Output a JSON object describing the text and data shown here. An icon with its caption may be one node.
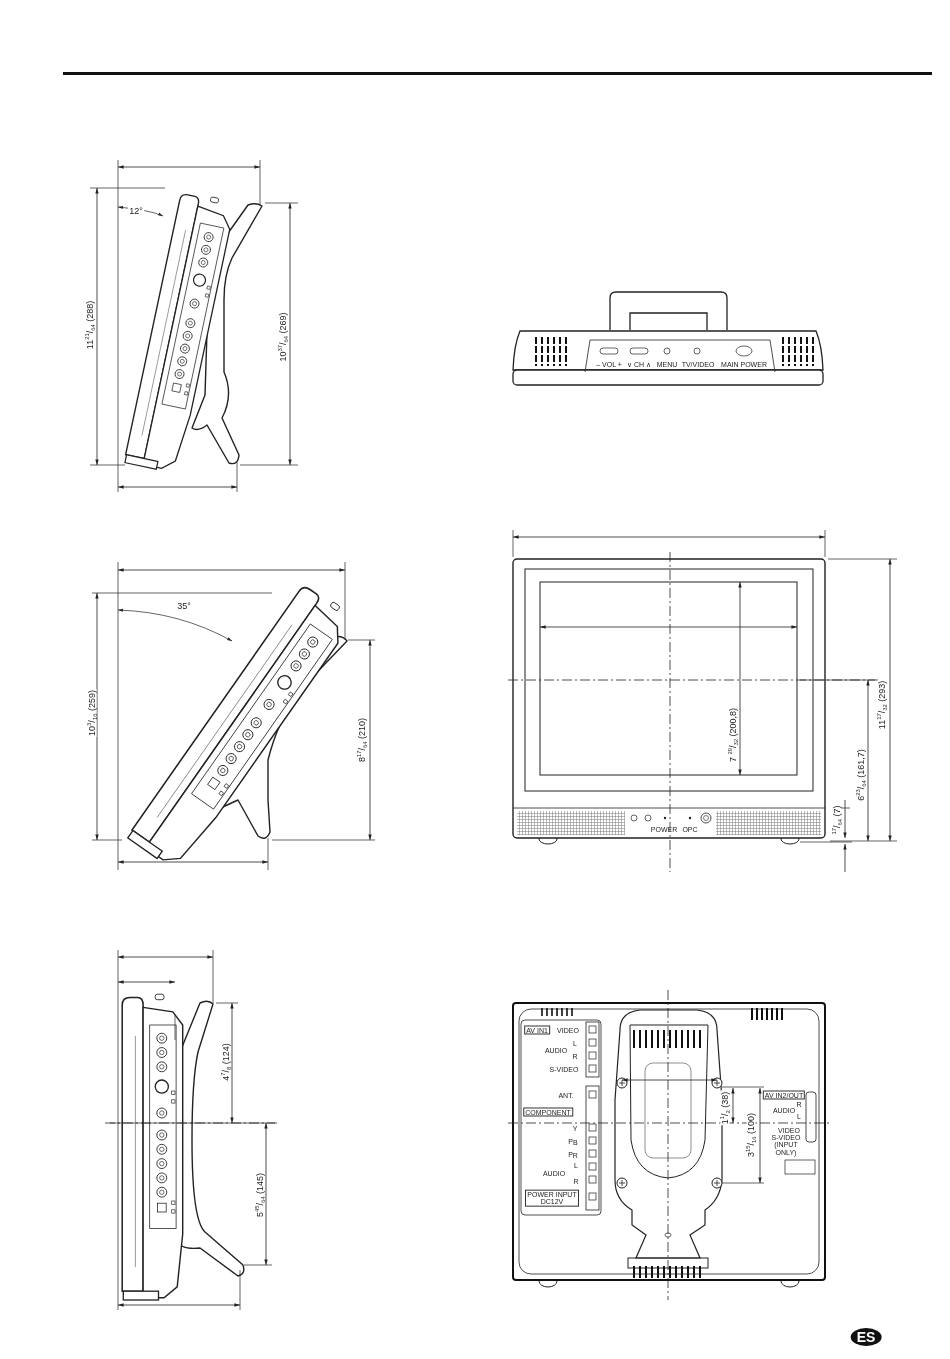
{
  "diagram": {
    "labels": [
      "12°",
      "11$^{21}$/$_{64}$ (288)",
      "10$^{37}$/$_{64}$ (269)",
      "– VOL +",
      "∨ CH ∧",
      "MENU",
      "TV/VIDEO",
      "MAIN POWER",
      "35°",
      "10$^{3}$/$_{16}$ (259)",
      "8$^{17}$/$_{64}$ (210)",
      "7 $^{29}$/$_{32}$ (200,8)",
      "11$^{17}$/$_{32}$ (293)",
      "6$^{23}$/$_{64}$ (161,7)",
      "POWER",
      "OPC",
      "$^{17}$/$_{64}$ (7)",
      "AV IN1",
      "VIDEO",
      "L",
      "AUDIO",
      "R",
      "S-VIDEO",
      "ANT.",
      "COMPONENT",
      "Y",
      "P$_{B}$",
      "P$_{R}$",
      "L",
      "AUDIO",
      "R",
      "POWER INPUT DC12V",
      "4$^{7}$/$_{8}$ (124)",
      "1$^{1}$/$_{2}$ (38)",
      "3$^{15}$/$_{16}$ (100)",
      "AV IN2/OUT",
      "R",
      "AUDIO",
      "L",
      "VIDEO",
      "S-VIDEO (INPUT ONLY)",
      "5$^{45}$/$_{64}$ (145)",
      "ES"
    ]
  }
}
